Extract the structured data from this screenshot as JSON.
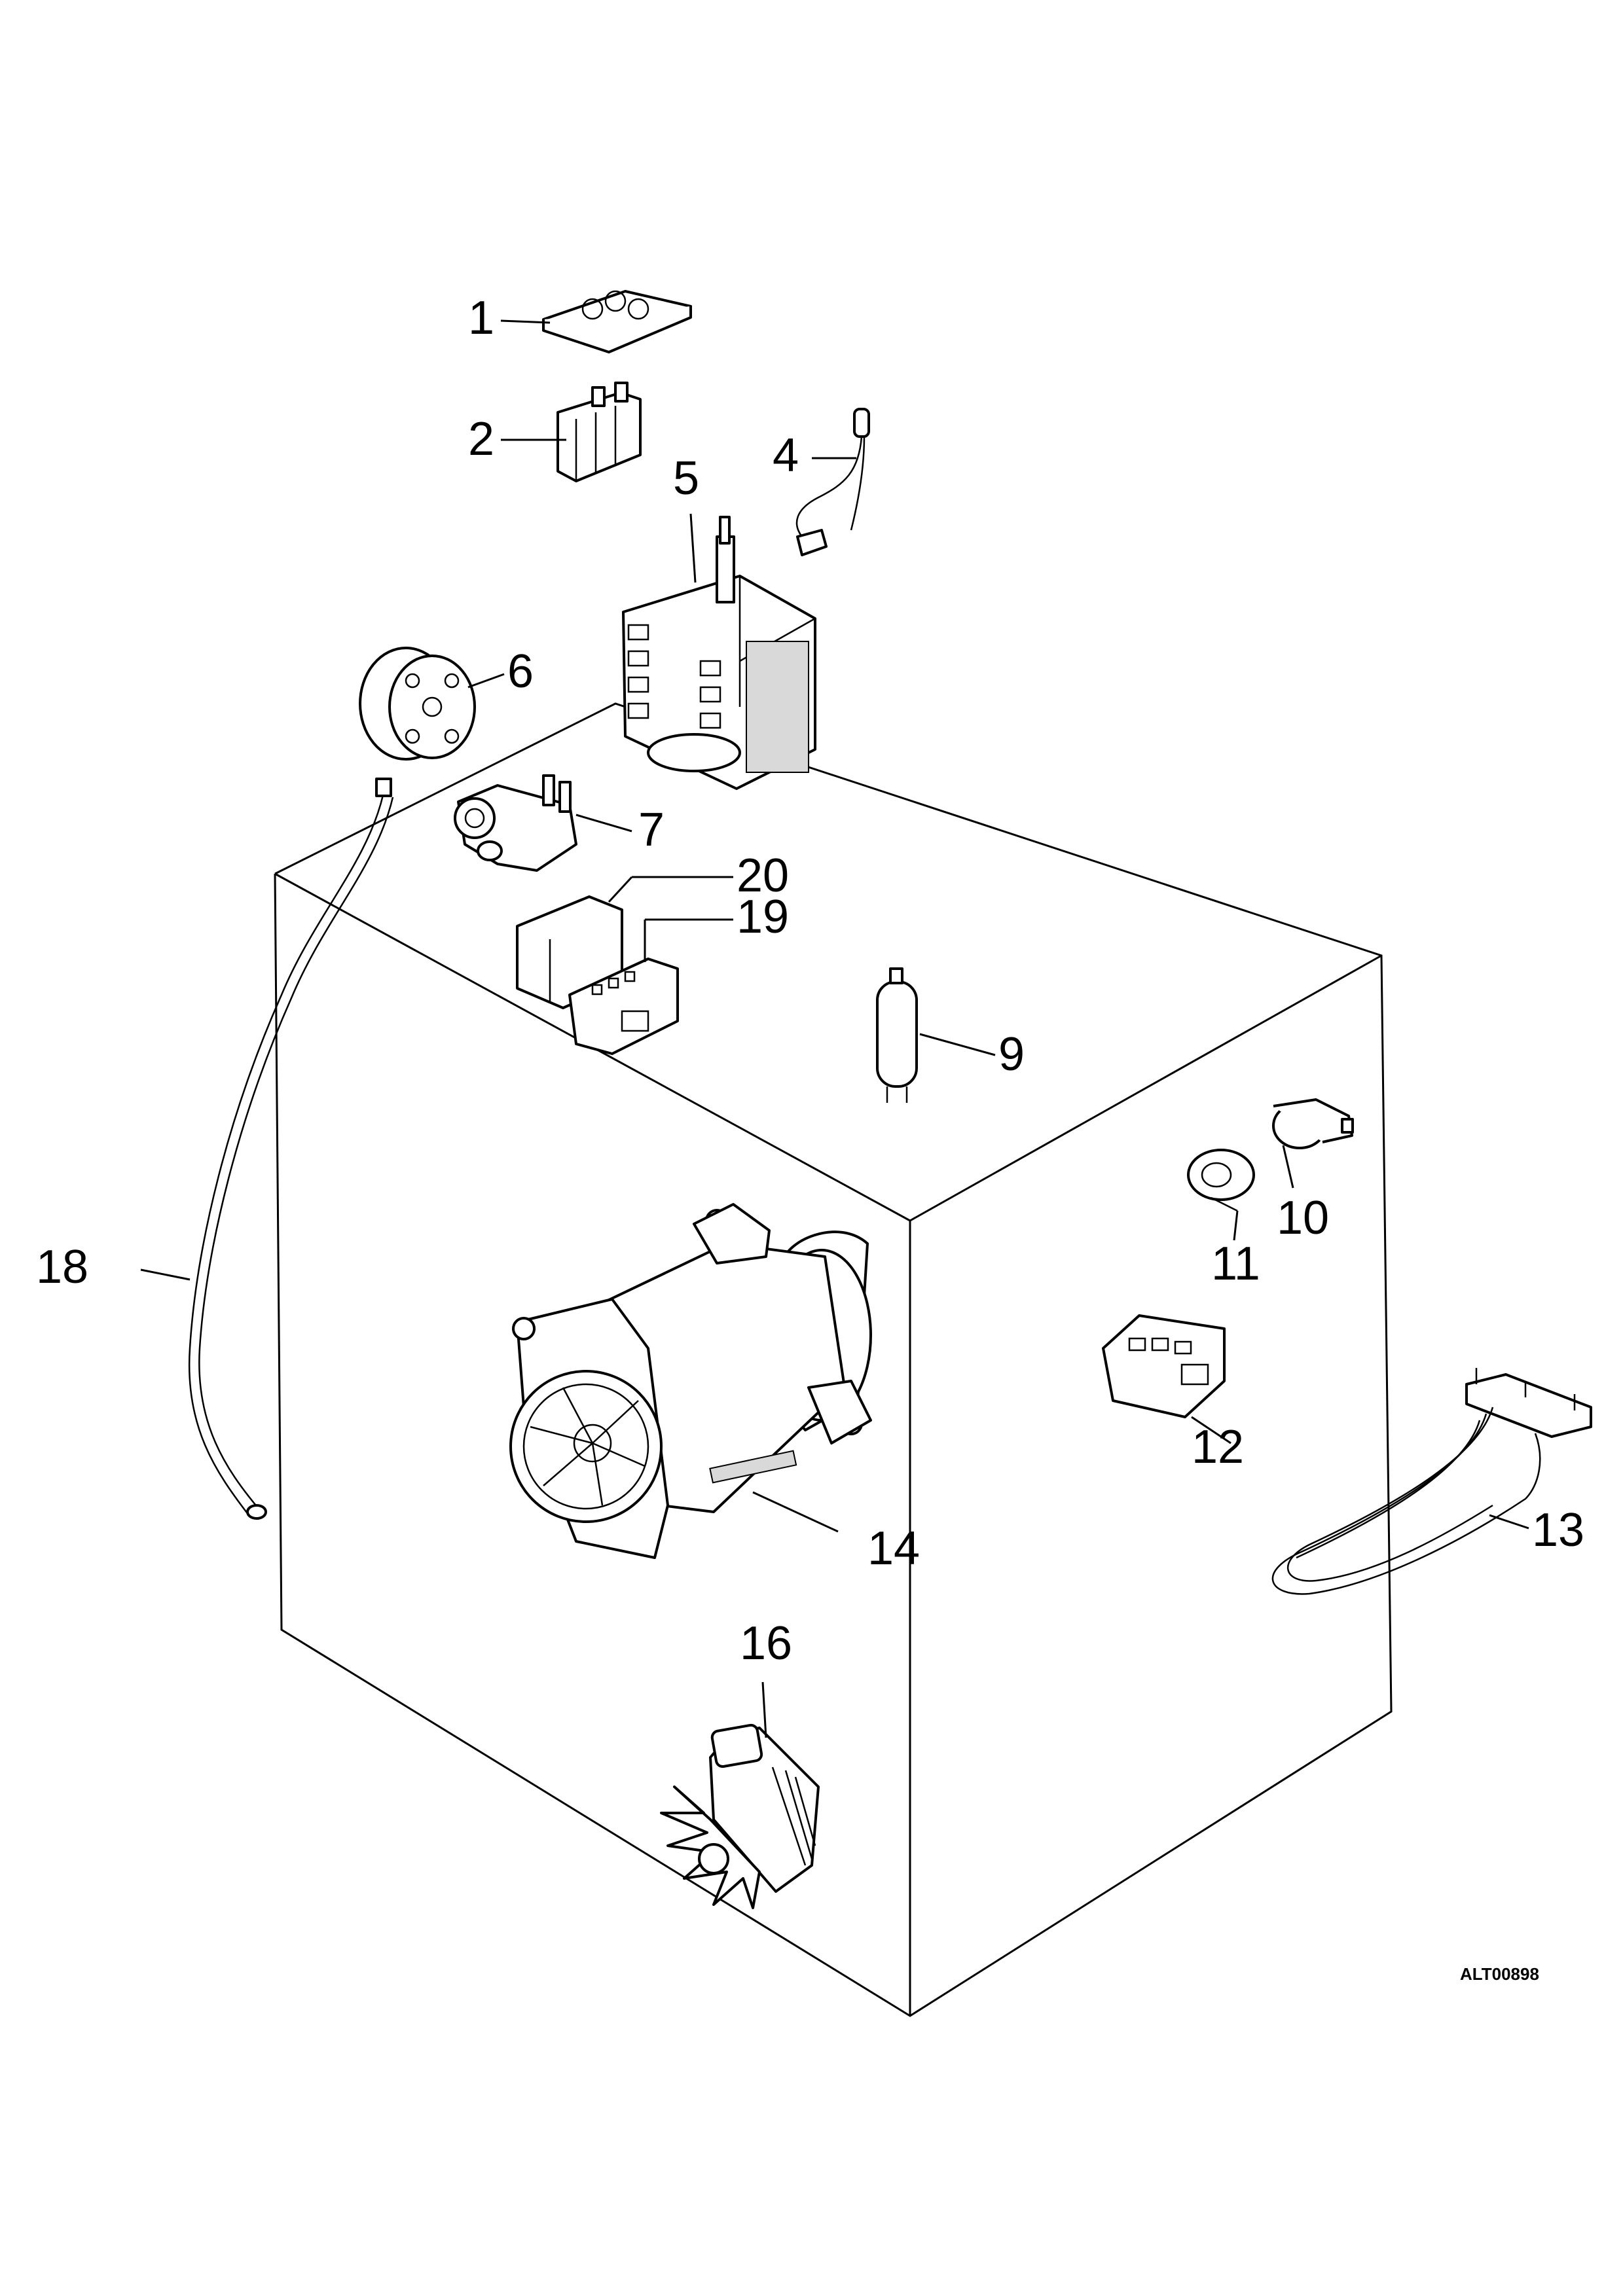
{
  "diagram": {
    "drawing_code": "ALT00898",
    "callouts": [
      {
        "id": "1",
        "label": "1"
      },
      {
        "id": "2",
        "label": "2"
      },
      {
        "id": "4",
        "label": "4"
      },
      {
        "id": "5",
        "label": "5"
      },
      {
        "id": "6",
        "label": "6"
      },
      {
        "id": "7",
        "label": "7"
      },
      {
        "id": "9",
        "label": "9"
      },
      {
        "id": "10",
        "label": "10"
      },
      {
        "id": "11",
        "label": "11"
      },
      {
        "id": "12",
        "label": "12"
      },
      {
        "id": "13",
        "label": "13"
      },
      {
        "id": "14",
        "label": "14"
      },
      {
        "id": "16",
        "label": "16"
      },
      {
        "id": "18",
        "label": "18"
      },
      {
        "id": "19",
        "label": "19"
      },
      {
        "id": "20",
        "label": "20"
      }
    ]
  }
}
